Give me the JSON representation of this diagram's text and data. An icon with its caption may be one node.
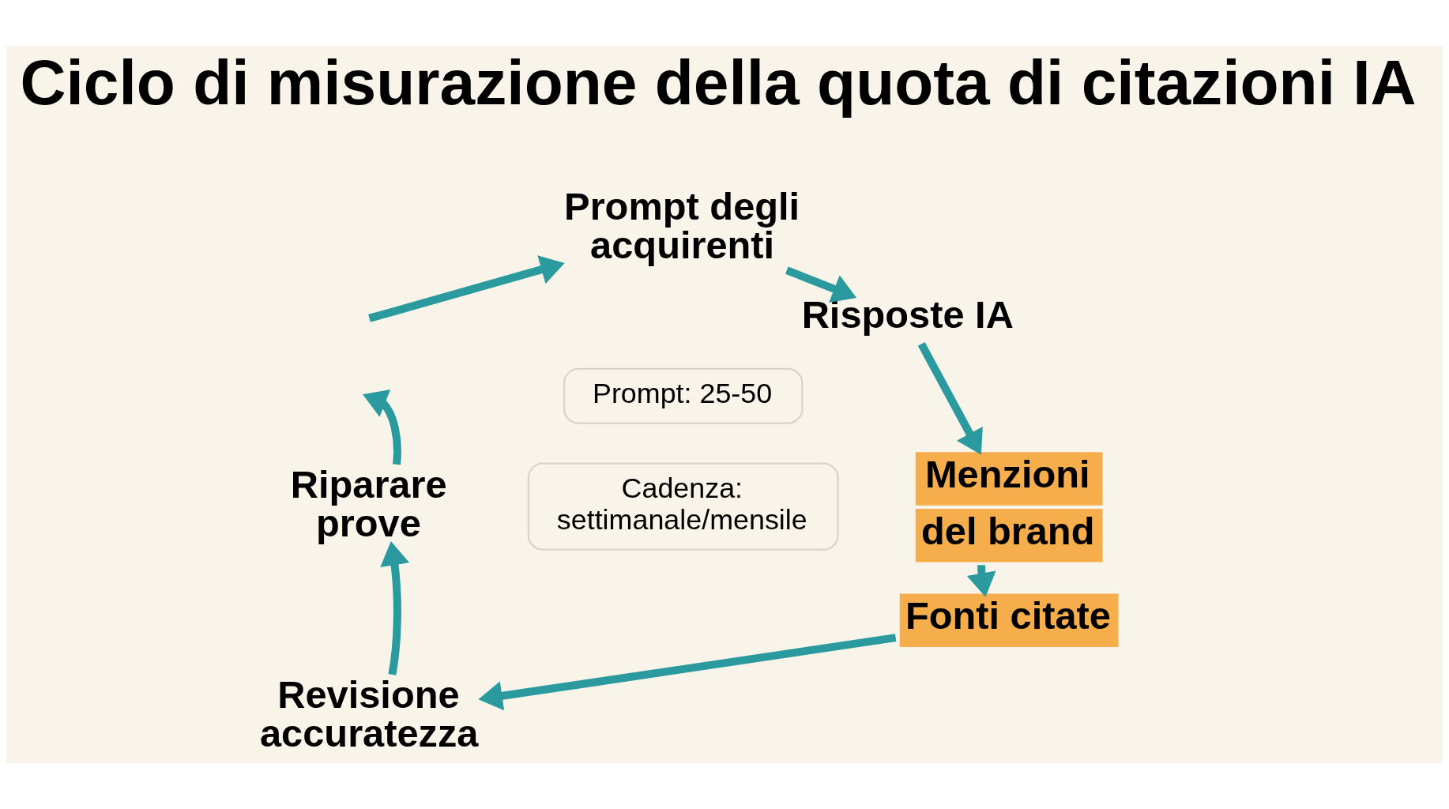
{
  "diagram": {
    "title": "Ciclo di misurazione della quota di citazioni IA",
    "nodes": [
      {
        "text": [
          "Prompt degli acquirenti"
        ]
      },
      {
        "text": [
          "Risposte IA"
        ]
      },
      {
        "text": [
          "Menzioni del brand"
        ]
      },
      {
        "text": [
          "Fonti citate"
        ]
      },
      {
        "text": [
          "Revisione accuratezza"
        ]
      },
      {
        "text": [
          "Riparare prove"
        ]
      },
      {
        "text": [
          "Prompt: 25-50"
        ]
      },
      {
        "text": [
          "Cadenza: settimanale/mensile"
        ]
      }
    ],
    "edges": [
      {
        "from": 0,
        "to": 1,
        "arrow": "to"
      },
      {
        "from": 1,
        "to": 2,
        "arrow": "to"
      },
      {
        "from": 2,
        "to": 3,
        "arrow": "to"
      },
      {
        "from": 3,
        "to": 4,
        "arrow": "to"
      },
      {
        "from": 4,
        "to": 5,
        "arrow": "to"
      },
      {
        "from": 5,
        "to": null,
        "arrow": "to"
      },
      {
        "from": null,
        "to": 0,
        "arrow": "to"
      }
    ]
  }
}
